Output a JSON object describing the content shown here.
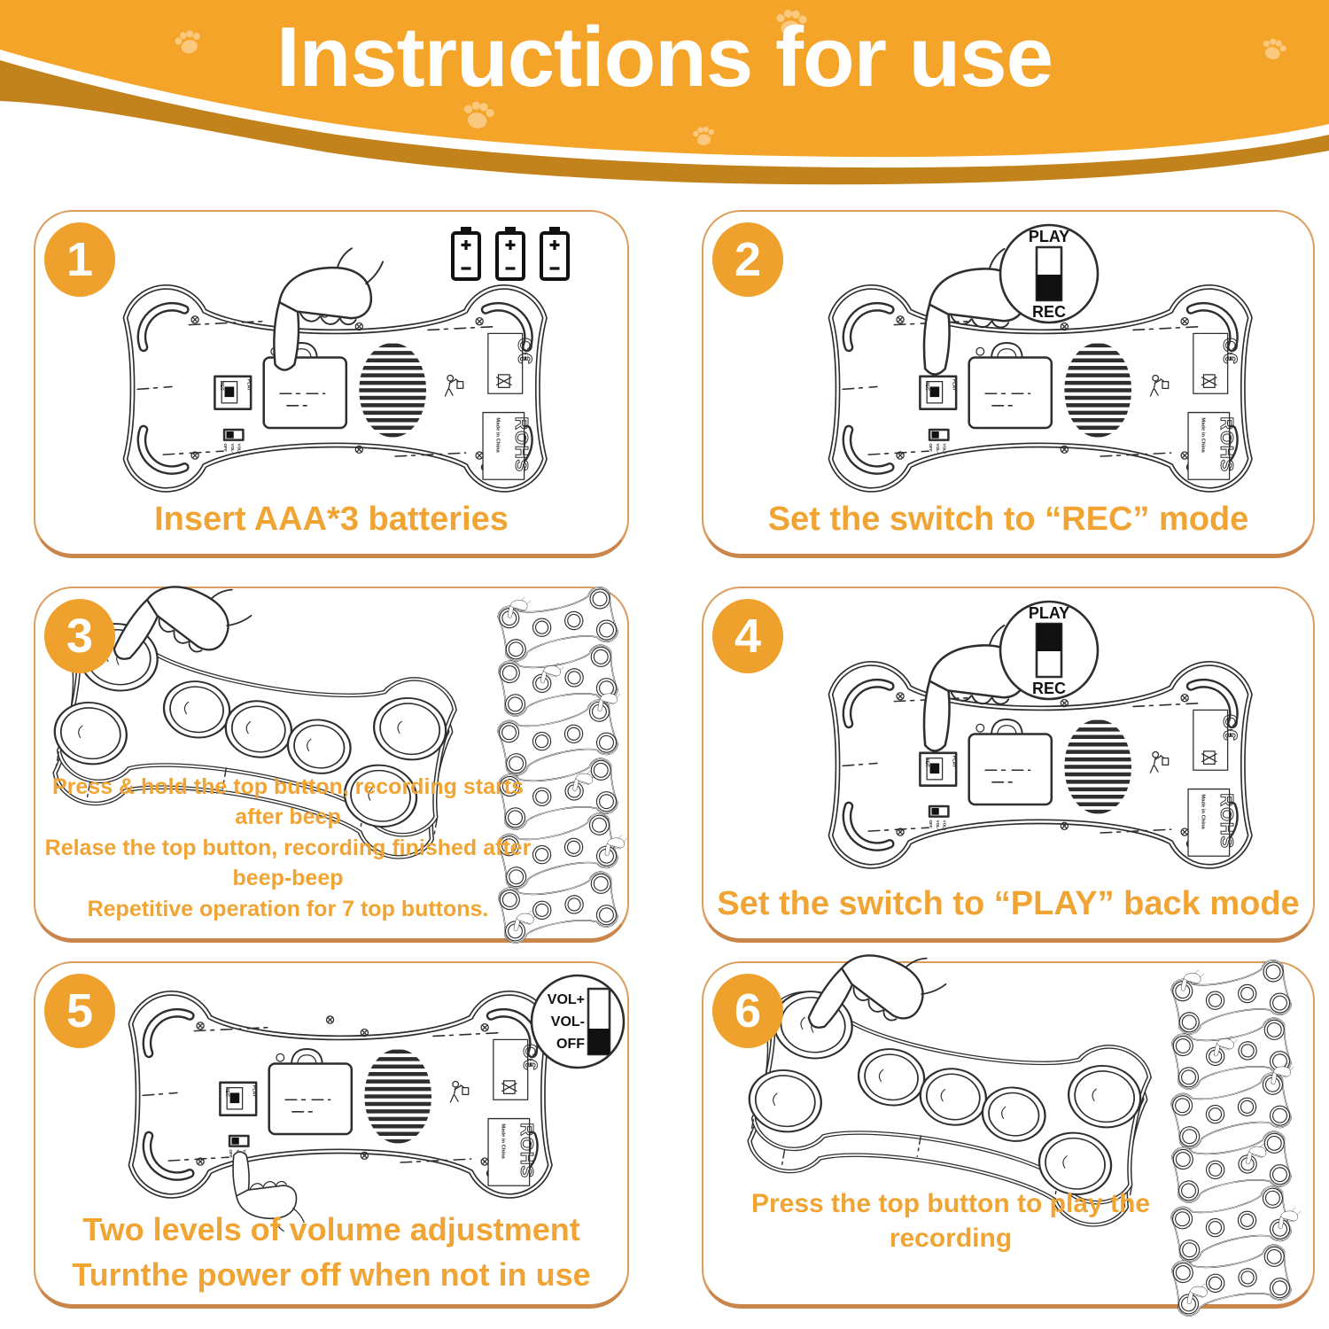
{
  "header": {
    "title": "Instructions for use"
  },
  "steps": [
    {
      "num": "1",
      "lines": [
        "Insert AAA*3 batteries"
      ]
    },
    {
      "num": "2",
      "lines": [
        "Set the switch to “REC” mode"
      ]
    },
    {
      "num": "3",
      "lines": [
        "Press & hold the top button, recording starts after beep",
        "Relase the top button, recording finished after beep-beep",
        "Repetitive operation for 7 top buttons."
      ]
    },
    {
      "num": "4",
      "lines": [
        "Set the switch to “PLAY” back mode"
      ]
    },
    {
      "num": "5",
      "lines": [
        "Two levels of volume adjustment",
        "Turnthe power off when not in use"
      ]
    },
    {
      "num": "6",
      "lines": [
        "Press the top button to play the recording"
      ]
    }
  ],
  "inset_labels": {
    "play": "PLAY",
    "rec": "REC",
    "vol_plus": "VOL+",
    "vol_minus": "VOL-",
    "off": "OFF"
  },
  "device_labels": {
    "ce": "C€",
    "rohs": "ROHS",
    "made_in": "Made in China",
    "play": "PLAY",
    "rec": "REC",
    "vol_plus": "VOL+",
    "vol_minus": "VOL-",
    "off": "OFF"
  },
  "colors": {
    "header_orange": "#F5A42A",
    "swoosh_dark": "#C2821C",
    "accent_orange": "#F0A433",
    "badge_orange": "#EFA12D",
    "panel_border": "#DD9B5C",
    "line_art": "#2E2E2E"
  }
}
